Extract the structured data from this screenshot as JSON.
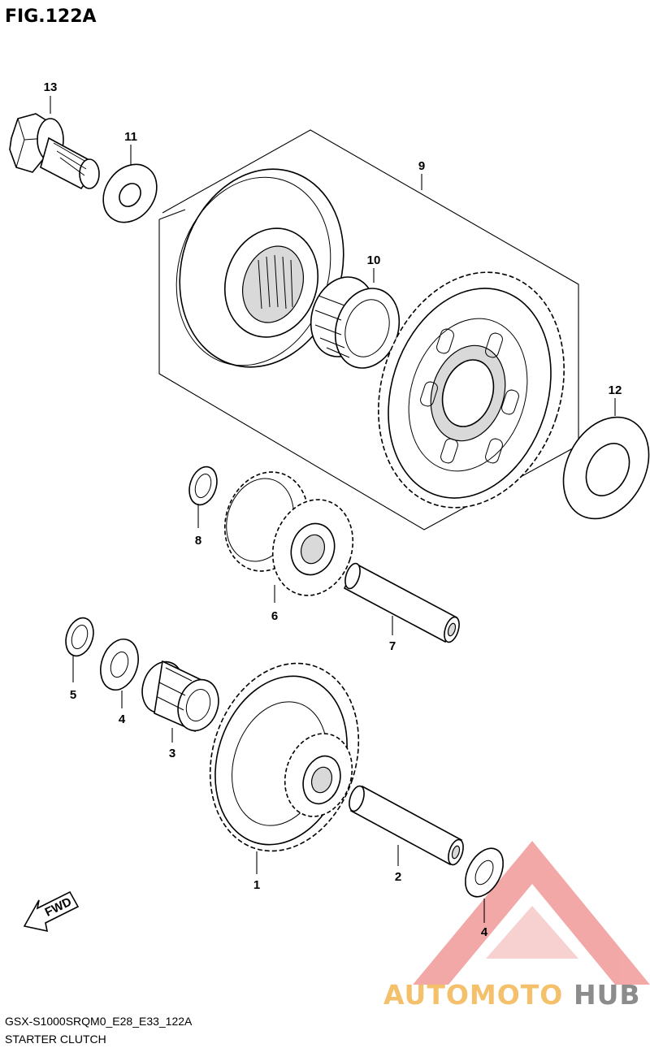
{
  "figure": {
    "title": "FIG.122A",
    "model_code": "GSX-S1000SRQM0_E28_E33_122A",
    "caption": "STARTER CLUTCH",
    "direction_label": "FWD"
  },
  "callouts": [
    {
      "id": "c13",
      "label": "13"
    },
    {
      "id": "c11",
      "label": "11"
    },
    {
      "id": "c9",
      "label": "9"
    },
    {
      "id": "c10",
      "label": "10"
    },
    {
      "id": "c12",
      "label": "12"
    },
    {
      "id": "c8",
      "label": "8"
    },
    {
      "id": "c6",
      "label": "6"
    },
    {
      "id": "c7",
      "label": "7"
    },
    {
      "id": "c5",
      "label": "5"
    },
    {
      "id": "c4a",
      "label": "4"
    },
    {
      "id": "c3",
      "label": "3"
    },
    {
      "id": "c1",
      "label": "1"
    },
    {
      "id": "c2",
      "label": "2"
    },
    {
      "id": "c4b",
      "label": "4"
    }
  ],
  "watermark": {
    "part1": "AUTOMOTO",
    "part2": "HUB",
    "color_primary": "#f08a8a",
    "color_secondary": "#f5c06b",
    "color_hub": "#8c8c8c"
  }
}
